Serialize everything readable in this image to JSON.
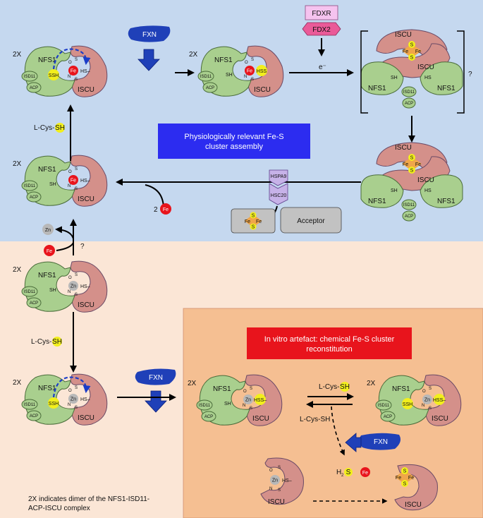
{
  "labels": {
    "twox": "2X",
    "nfs1": "NFS1",
    "iscu": "ISCU",
    "isd11": "ISD11",
    "acp": "ACP",
    "ssh": "SSH",
    "sh": "SH",
    "hs": "HS",
    "hss": "HSS",
    "hs_dash": "HS–",
    "hss_dash": "HSS–",
    "fe": "Fe",
    "zn": "Zn",
    "s": "S",
    "o": "O",
    "n": "N",
    "fxn": "FXN",
    "fdxr": "FDXR",
    "fdx2": "FDX2",
    "electron": "e⁻",
    "hspa9": "HSPA9",
    "hsc20": "HSC20",
    "acceptor": "Acceptor",
    "two_fe": "2",
    "question": "?",
    "lcys": "L-Cys-",
    "lcys_sh": "SH",
    "lcys_full": "L-Cys-SH",
    "h2s_h": "H",
    "h2s_sub": "2",
    "h2s_s": "S"
  },
  "boxes": {
    "physiological": "Physiologically relevant Fe-S cluster assembly",
    "artefact": "In vitro artefact: chemical Fe-S cluster reconstitution"
  },
  "footnote": {
    "line1": "2X indicates dimer of the NFS1-ISD11-",
    "line2": "ACP-ISCU complex"
  },
  "colors": {
    "top_bg": "#c5d8ef",
    "bottom_bg": "#fbe6d6",
    "artefact_bg": "#f5bf92",
    "nfs1": "#a9cf8e",
    "iscu": "#d4908a",
    "fe": "#e8141c",
    "zn": "#b8b8b8",
    "sulfur": "#f2ef1d",
    "fxn": "#1f40b8",
    "physio_box": "#2c2cf0",
    "artefact_box": "#e8141c",
    "fdxr": "#f5c3ef",
    "fdx2": "#ea5a98",
    "hsp": "#c7b2e8"
  }
}
